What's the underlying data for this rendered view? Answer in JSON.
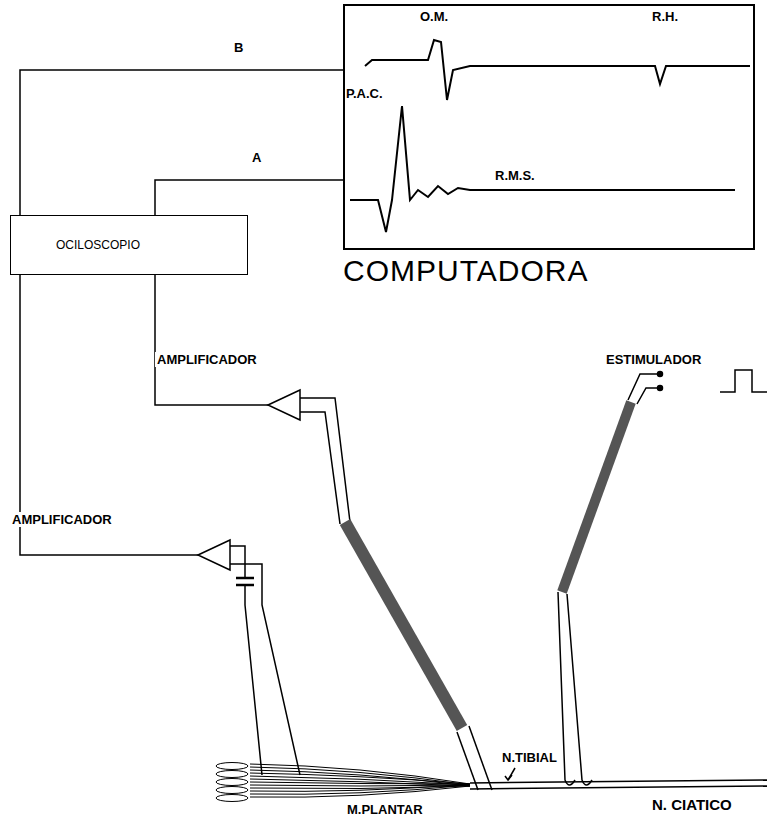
{
  "diagram": {
    "nodes": [
      {
        "text": [
          "COMPUTADORA"
        ]
      },
      {
        "text": [
          "OCILOSCOPIO"
        ]
      }
    ],
    "edges": [
      {
        "from": 1,
        "to": 0,
        "arrow": "none",
        "label": "B"
      },
      {
        "from": 1,
        "to": 0,
        "arrow": "none",
        "label": "A"
      }
    ],
    "labels": [
      "O.M.",
      "R.H.",
      "P.A.C.",
      "R.M.S.",
      "AMPLIFICADOR",
      "ESTIMULADOR",
      "AMPLIFICADOR",
      "N.TIBIAL",
      "N. CIATICO",
      "M.PLANTAR"
    ]
  }
}
